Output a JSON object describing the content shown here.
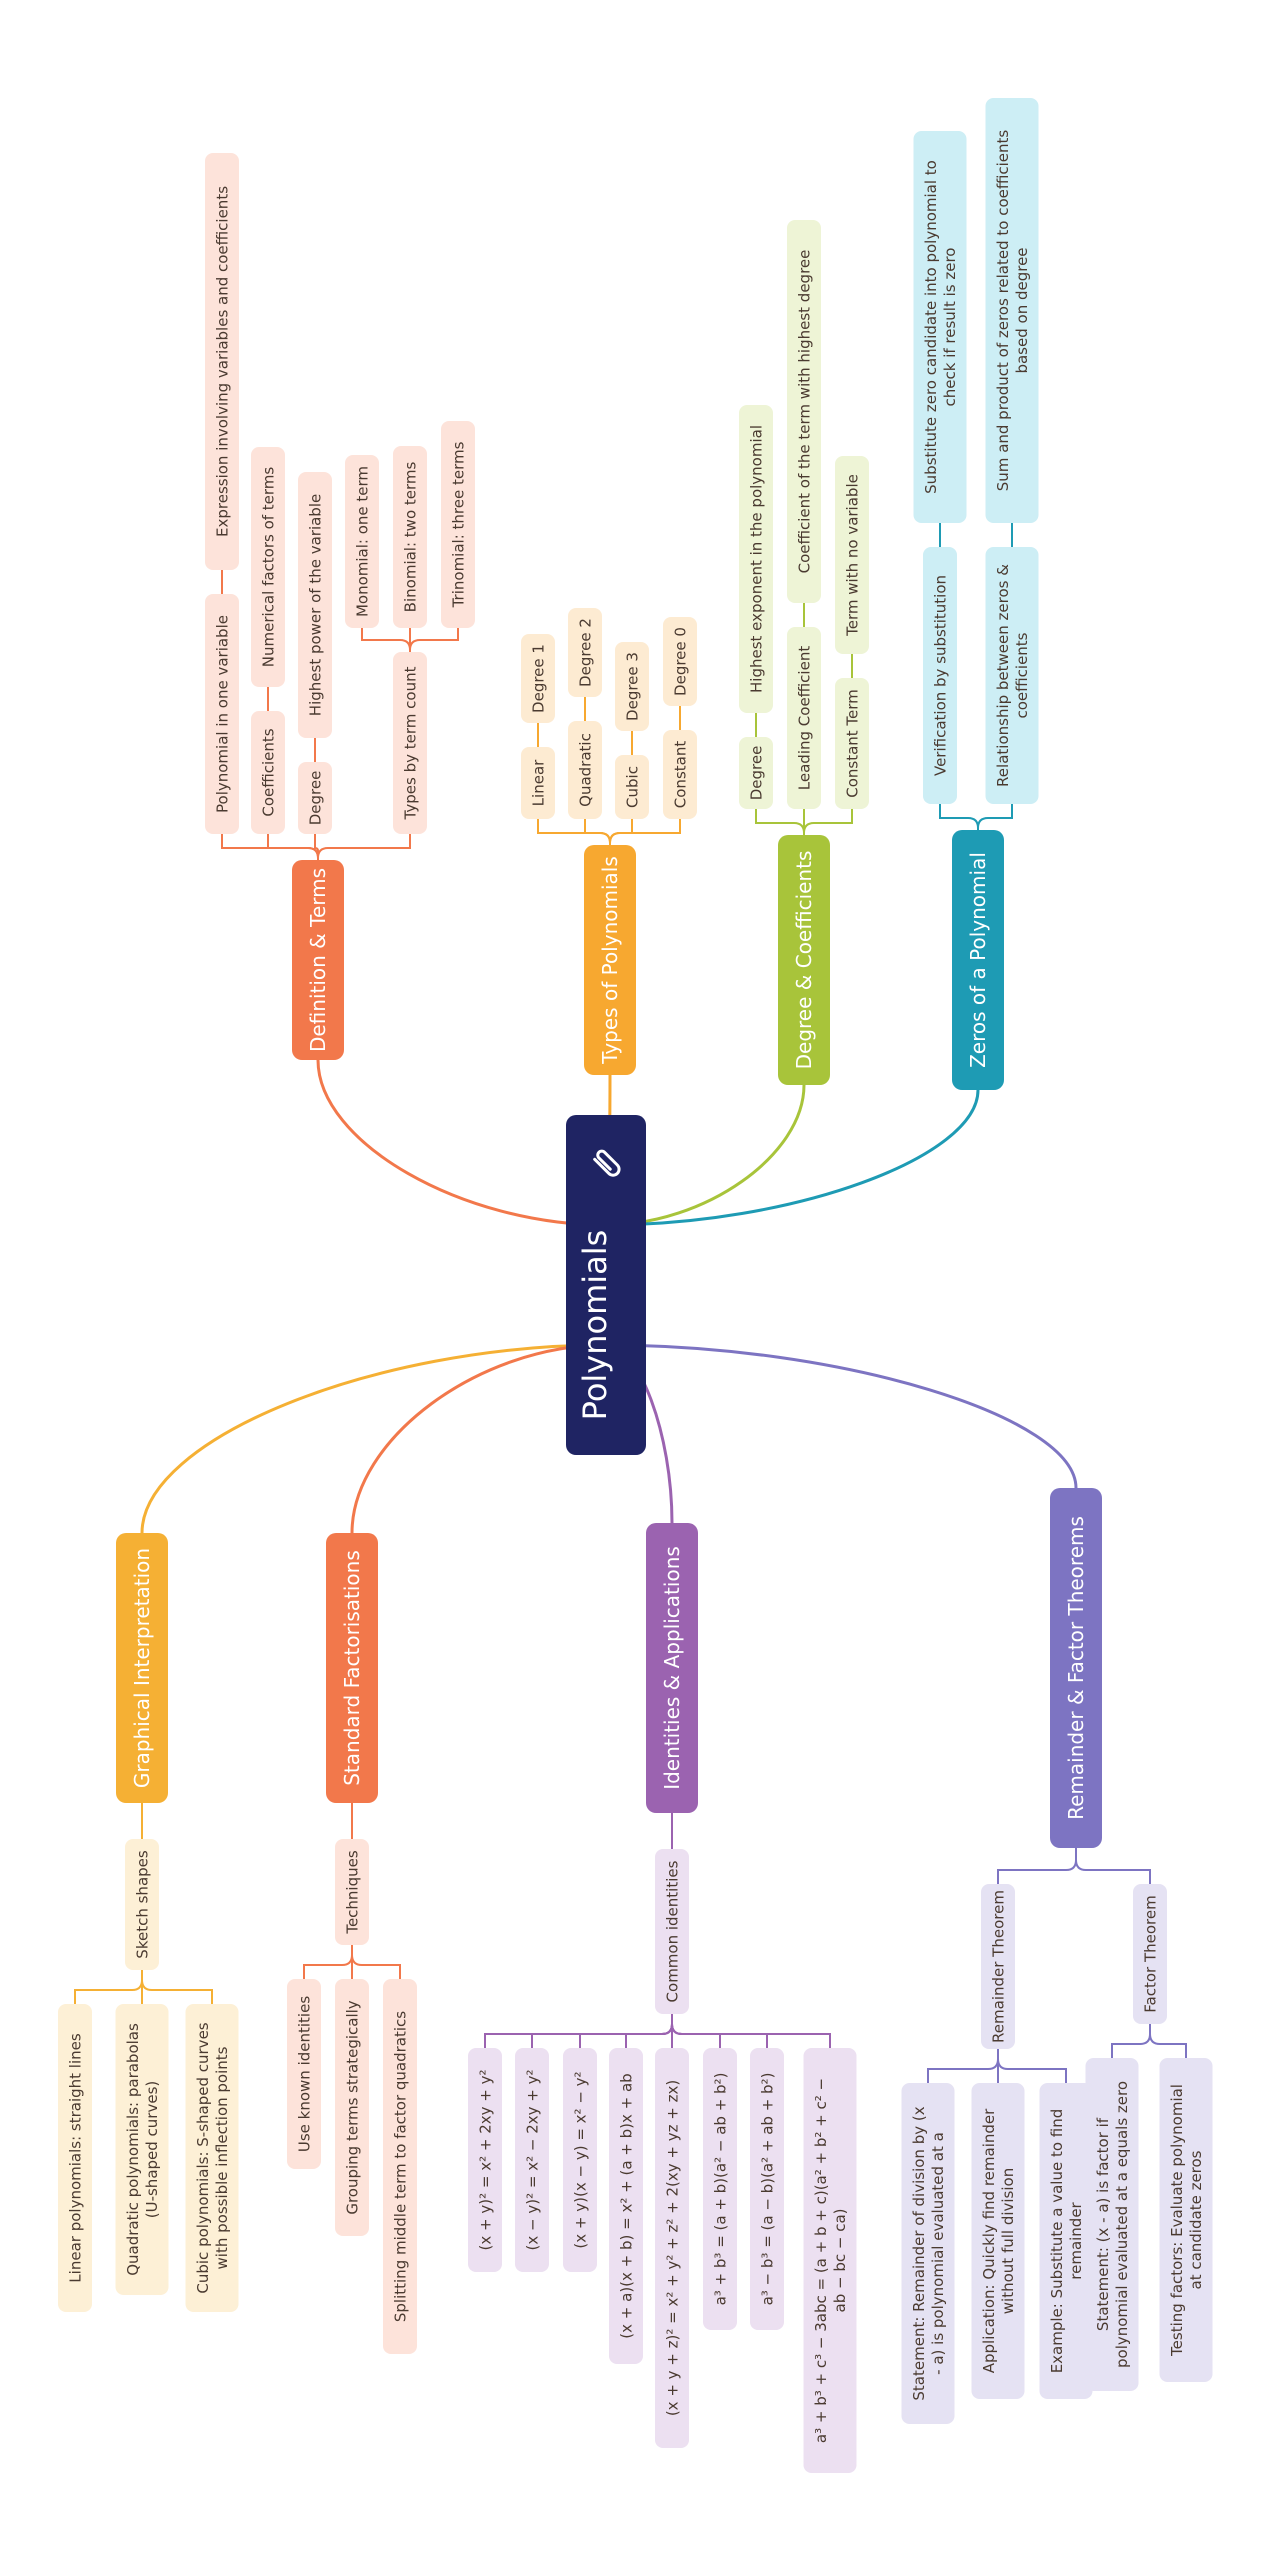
{
  "root": {
    "label": "Polynomials",
    "icon": "paperclip-icon",
    "color": "#1f2463"
  },
  "branches": [
    {
      "id": "definition",
      "label": "Definition & Terms",
      "color": "#f2784b",
      "node_fill": "#fde3da",
      "children": [
        {
          "label": "Polynomial in one variable",
          "children": [
            {
              "label": "Expression involving variables and coefficients"
            }
          ]
        },
        {
          "label": "Coefficients",
          "children": [
            {
              "label": "Numerical factors of terms"
            }
          ]
        },
        {
          "label": "Degree",
          "children": [
            {
              "label": "Highest power of the variable"
            }
          ]
        },
        {
          "label": "Types by term count",
          "children": [
            {
              "label": "Monomial: one term"
            },
            {
              "label": "Binomial: two terms"
            },
            {
              "label": "Trinomial: three terms"
            }
          ]
        }
      ]
    },
    {
      "id": "types",
      "label": "Types of Polynomials",
      "color": "#f7a830",
      "node_fill": "#fdebd2",
      "children": [
        {
          "label": "Linear",
          "children": [
            {
              "label": "Degree 1"
            }
          ]
        },
        {
          "label": "Quadratic",
          "children": [
            {
              "label": "Degree 2"
            }
          ]
        },
        {
          "label": "Cubic",
          "children": [
            {
              "label": "Degree 3"
            }
          ]
        },
        {
          "label": "Constant",
          "children": [
            {
              "label": "Degree 0"
            }
          ]
        }
      ]
    },
    {
      "id": "degree",
      "label": "Degree & Coefficients",
      "color": "#a8c43a",
      "node_fill": "#eef4d6",
      "children": [
        {
          "label": "Degree",
          "children": [
            {
              "label": "Highest exponent in the polynomial"
            }
          ]
        },
        {
          "label": "Leading Coefficient",
          "children": [
            {
              "label": "Coefficient of the term with highest degree"
            }
          ]
        },
        {
          "label": "Constant Term",
          "children": [
            {
              "label": "Term with no variable"
            }
          ]
        }
      ]
    },
    {
      "id": "zeros",
      "label": "Zeros of a Polynomial",
      "color": "#1e9bb4",
      "node_fill": "#cdeef5",
      "children": [
        {
          "label": "Verification by substitution",
          "children": [
            {
              "label": "Substitute zero candidate into polynomial to check if result is zero"
            }
          ]
        },
        {
          "label": "Relationship between zeros & coefficients",
          "children": [
            {
              "label": "Sum and product of zeros related to coefficients based on degree"
            }
          ]
        }
      ]
    },
    {
      "id": "graphical",
      "label": "Graphical Interpretation",
      "color": "#f5b034",
      "node_fill": "#fdf0d6",
      "children": [
        {
          "label": "Sketch shapes",
          "children": [
            {
              "label": "Linear polynomials: straight lines"
            },
            {
              "label": "Quadratic polynomials: parabolas (U-shaped curves)"
            },
            {
              "label": "Cubic polynomials: S-shaped curves with possible inflection points"
            }
          ]
        }
      ]
    },
    {
      "id": "factorisation",
      "label": "Standard Factorisations",
      "color": "#f2784b",
      "node_fill": "#fde3da",
      "children": [
        {
          "label": "Techniques",
          "children": [
            {
              "label": "Use known identities"
            },
            {
              "label": "Grouping terms strategically"
            },
            {
              "label": "Splitting middle term to factor quadratics"
            }
          ]
        }
      ]
    },
    {
      "id": "identities",
      "label": "Identities & Applications",
      "color": "#9b63b0",
      "node_fill": "#ece0f1",
      "children": [
        {
          "label": "Common identities",
          "children": [
            {
              "label": "(x + y)² = x² + 2xy + y²"
            },
            {
              "label": "(x − y)² = x² − 2xy + y²"
            },
            {
              "label": "(x + y)(x − y) = x² − y²"
            },
            {
              "label": "(x + a)(x + b) = x² + (a + b)x + ab"
            },
            {
              "label": "(x + y + z)² = x² + y² + z² + 2(xy + yz + zx)"
            },
            {
              "label": "a³ + b³ = (a + b)(a² − ab + b²)"
            },
            {
              "label": "a³ − b³ = (a − b)(a² + ab + b²)"
            },
            {
              "label": "a³ + b³ + c³ − 3abc = (a + b + c)(a² + b² + c² − ab − bc − ca)"
            }
          ]
        }
      ]
    },
    {
      "id": "remainder",
      "label": "Remainder & Factor Theorems",
      "color": "#7d74c2",
      "node_fill": "#e5e2f3",
      "children": [
        {
          "label": "Remainder Theorem",
          "children": [
            {
              "label": "Statement: Remainder of division by (x - a) is polynomial evaluated at a"
            },
            {
              "label": "Application: Quickly find remainder without full division"
            },
            {
              "label": "Example: Substitute a value to find remainder"
            }
          ]
        },
        {
          "label": "Factor Theorem",
          "children": [
            {
              "label": "Statement: (x - a) is factor if polynomial evaluated at a equals zero"
            },
            {
              "label": "Testing factors: Evaluate polynomial at candidate zeros"
            }
          ]
        }
      ]
    }
  ]
}
